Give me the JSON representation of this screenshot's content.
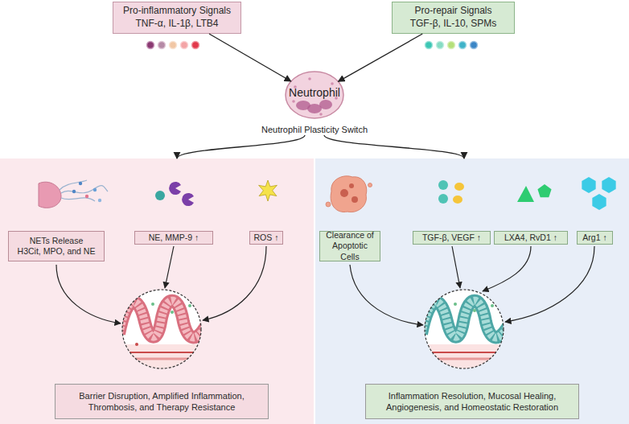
{
  "diagram": {
    "nodes": [
      {
        "text": [
          "Pro-inflammatory Signals",
          "TNF-α, IL-1β, LTB4"
        ]
      },
      {
        "text": [
          "Pro-repair Signals",
          "TGF-β, IL-10, SPMs"
        ]
      },
      {
        "text": [
          "Neutrophil",
          "Neutrophil Plasticity Switch"
        ]
      },
      {
        "text": []
      },
      {
        "text": [
          "NETs Release",
          "H3Cit, MPO, and NE"
        ],
        "in": 3
      },
      {
        "text": [
          "NE, MMP-9 ↑"
        ],
        "in": 3
      },
      {
        "text": [
          "ROS ↑"
        ],
        "in": 3
      },
      {
        "text": [
          "Barrier Disruption, Amplified Inflammation, Thrombosis, and Therapy Resistance"
        ],
        "in": 3
      },
      {
        "text": []
      },
      {
        "text": [
          "Clearance of Apoptotic Cells"
        ],
        "in": 8
      },
      {
        "text": [
          "TGF-β, VEGF ↑"
        ],
        "in": 8
      },
      {
        "text": [
          "LXA4, RvD1 ↑"
        ],
        "in": 8
      },
      {
        "text": [
          "Arg1 ↑"
        ],
        "in": 8
      },
      {
        "text": [
          "Inflammation Resolution, Mucosal Healing, Angiogenesis, and Homeostatic Restoration"
        ],
        "in": 8
      }
    ],
    "edges": [
      {
        "from": 0,
        "to": 2,
        "arrow": "to"
      },
      {
        "from": 1,
        "to": 2,
        "arrow": "to"
      },
      {
        "from": 2,
        "to": 3,
        "arrow": "to"
      },
      {
        "from": 2,
        "to": 8,
        "arrow": "to"
      }
    ]
  }
}
